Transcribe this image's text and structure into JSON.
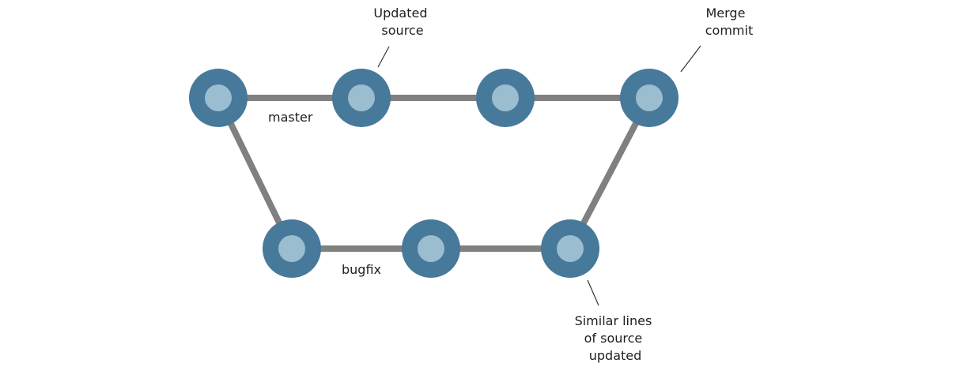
{
  "diagram": {
    "branches": {
      "master": "master",
      "bugfix": "bugfix"
    },
    "callouts": {
      "updated_source": [
        "Updated",
        "source"
      ],
      "merge_commit": [
        "Merge",
        "commit"
      ],
      "similar_lines": [
        "Similar lines",
        "of source",
        "updated"
      ]
    },
    "colors": {
      "edge": "#808080",
      "node_outer": "#46799a",
      "node_inner": "#9abdd0",
      "leader_line": "#333333",
      "text": "#1f1f1f"
    }
  }
}
